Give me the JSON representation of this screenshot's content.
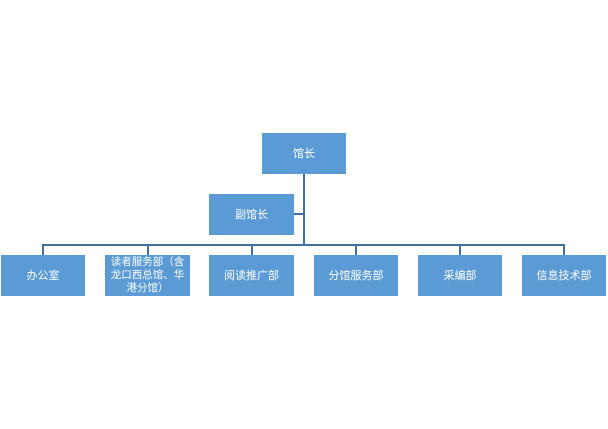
{
  "director": "馆长",
  "deputy": "副馆长",
  "departments": [
    "办公室",
    "读者服务部（含龙口西总馆、华港分馆）",
    "阅读推广部",
    "分馆服务部",
    "采编部",
    "信息技术部"
  ],
  "colors": {
    "box": "#5b9bd5",
    "line": "#41719c"
  }
}
